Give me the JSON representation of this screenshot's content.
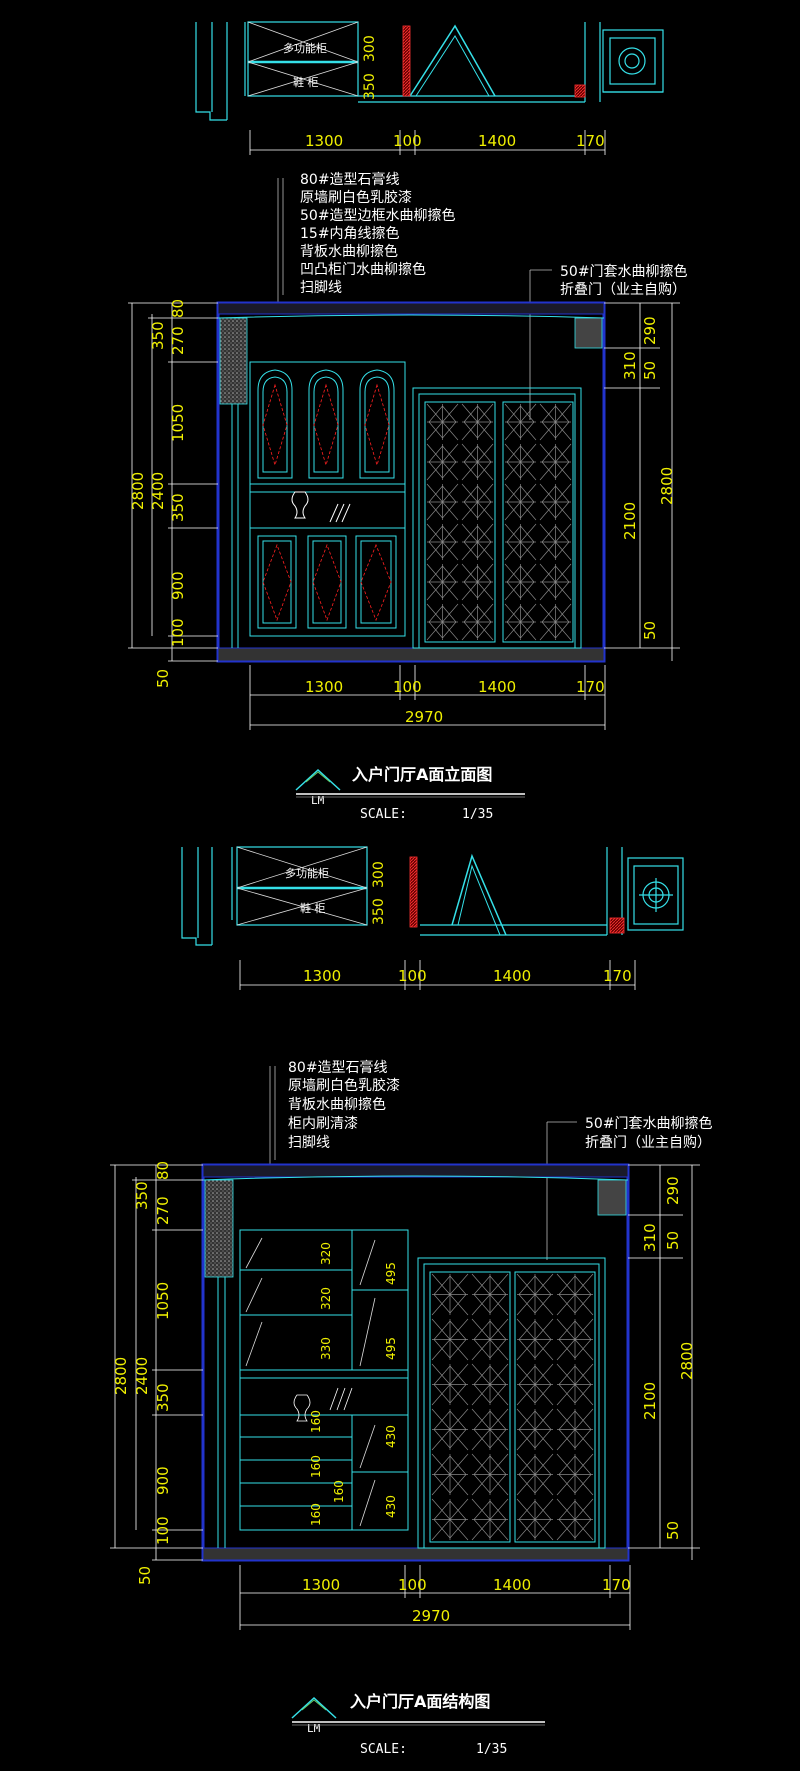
{
  "colors": {
    "background": "#000000",
    "cyan": "#35e0e8",
    "blue": "#2233cc",
    "yellow": "#f0f000",
    "white": "#ffffff",
    "red": "#ff2020",
    "grey": "#777777"
  },
  "drawing_a": {
    "plan": {
      "cabinet_label_1": "多功能柜",
      "cabinet_label_2": "鞋 柜",
      "dim_300": "300",
      "dim_350": "350",
      "bottom_dims": [
        "1300",
        "100",
        "1400",
        "170"
      ]
    },
    "notes_left": [
      "80#造型石膏线",
      "原墙刷白色乳胶漆",
      "50#造型边框水曲柳擦色",
      "15#内角线擦色",
      "背板水曲柳擦色",
      "凹凸柜门水曲柳擦色",
      "扫脚线"
    ],
    "notes_right": [
      "50#门套水曲柳擦色",
      "折叠门（业主自购）"
    ],
    "left_dims_inner": [
      "80",
      "270",
      "1050",
      "350",
      "900",
      "100",
      "50"
    ],
    "left_dims_outer": [
      "350",
      "2400",
      "2800"
    ],
    "right_dims_inner": [
      "290",
      "310",
      "50",
      "2100",
      "50"
    ],
    "right_dims_outer": [
      "2800"
    ],
    "bottom_dims": [
      "1300",
      "100",
      "1400",
      "170"
    ],
    "total_width": "2970",
    "title": "入户门厅A面立面图",
    "scale_label": "SCALE:",
    "scale_value": "1/35",
    "logo": "LM"
  },
  "drawing_b": {
    "plan": {
      "cabinet_label_1": "多功能柜",
      "cabinet_label_2": "鞋 柜",
      "dim_300": "300",
      "dim_350": "350",
      "bottom_dims": [
        "1300",
        "100",
        "1400",
        "170"
      ]
    },
    "notes_left": [
      "80#造型石膏线",
      "原墙刷白色乳胶漆",
      "背板水曲柳擦色",
      "柜内刷清漆",
      "扫脚线"
    ],
    "notes_right": [
      "50#门套水曲柳擦色",
      "折叠门（业主自购）"
    ],
    "left_dims_inner": [
      "80",
      "270",
      "1050",
      "350",
      "900",
      "100",
      "50"
    ],
    "left_dims_outer": [
      "350",
      "2400",
      "2800"
    ],
    "right_dims_inner": [
      "290",
      "310",
      "50",
      "2100",
      "50"
    ],
    "right_dims_outer": [
      "2800"
    ],
    "shelf_dims": [
      "320",
      "320",
      "330",
      "495",
      "495",
      "160",
      "160",
      "160",
      "160",
      "430",
      "430"
    ],
    "bottom_dims": [
      "1300",
      "100",
      "1400",
      "170"
    ],
    "total_width": "2970",
    "title": "入户门厅A面结构图",
    "scale_label": "SCALE:",
    "scale_value": "1/35",
    "logo": "LM"
  }
}
